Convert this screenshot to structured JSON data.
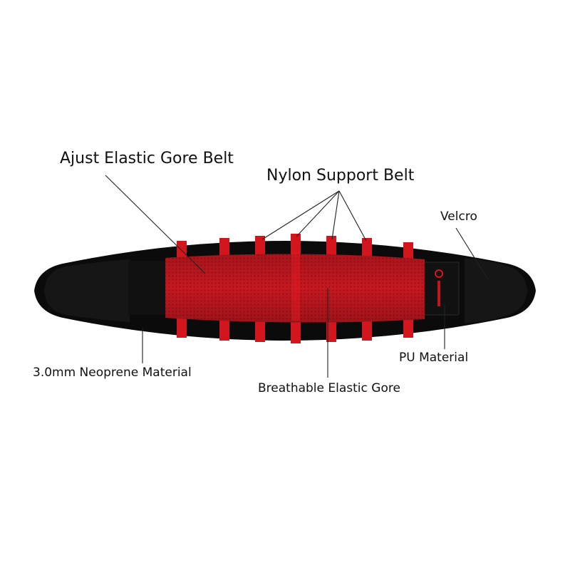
{
  "labels": {
    "ajust_elastic_gore_belt": "Ajust Elastic Gore Belt",
    "nylon_support_belt": "Nylon Support Belt",
    "velcro": "Velcro",
    "neoprene_material": "3.0mm Neoprene Material",
    "pu_material": "PU Material",
    "breathable_elastic_gore": "Breathable Elastic Gore"
  },
  "colors": {
    "belt_black": "#0b0b0b",
    "gore_red": "#c4141c",
    "strap_red": "#d3161e",
    "leader_line": "#222222",
    "patch": "#111111"
  }
}
